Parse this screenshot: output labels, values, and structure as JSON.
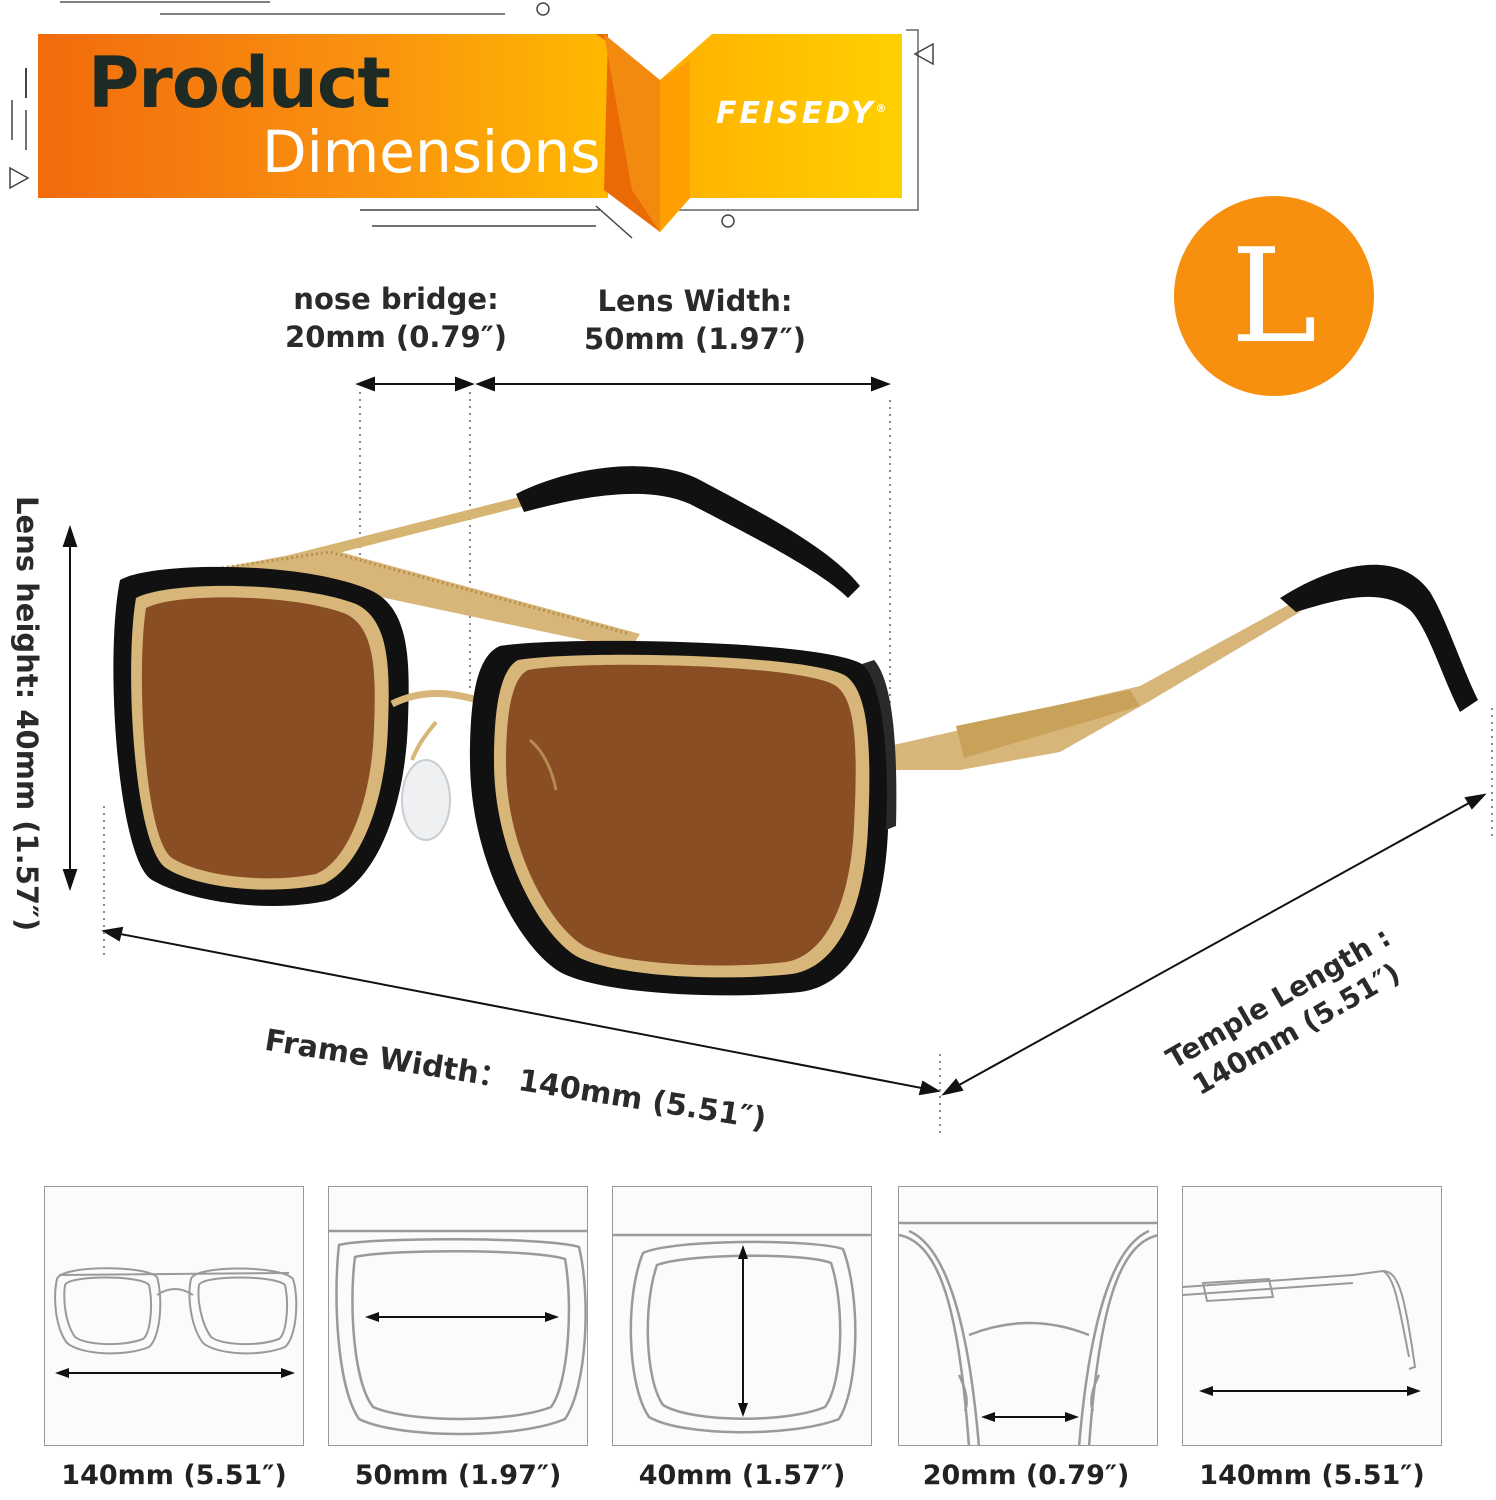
{
  "banner": {
    "title_line1": "Product",
    "title_line2": "Dimensions",
    "brand": "FEISEDY",
    "brand_mark": "®",
    "colors": {
      "orange": "#f7900f",
      "dark_orange": "#ea6a05",
      "yellow": "#ffb400"
    }
  },
  "size_badge": "L",
  "measurements": {
    "nose_bridge": {
      "label": "nose bridge:",
      "value": "20mm (0.79″)"
    },
    "lens_width": {
      "label": "Lens Width:",
      "value": "50mm (1.97″)"
    },
    "lens_height": {
      "label": "Lens height: 40mm (1.57″)"
    },
    "frame_width": {
      "label": "Frame Width： 140mm (5.51″)"
    },
    "temple_length": {
      "label": "Temple Length :",
      "value": "140mm (5.51″)"
    }
  },
  "thumbnails": [
    {
      "caption": "140mm (5.51″)"
    },
    {
      "caption": "50mm (1.97″)"
    },
    {
      "caption": "40mm (1.57″)"
    },
    {
      "caption": "20mm (0.79″)"
    },
    {
      "caption": "140mm (5.51″)"
    }
  ],
  "colors": {
    "lens": "#8a4e25",
    "frame": "#111111",
    "metal": "#d8b679"
  }
}
